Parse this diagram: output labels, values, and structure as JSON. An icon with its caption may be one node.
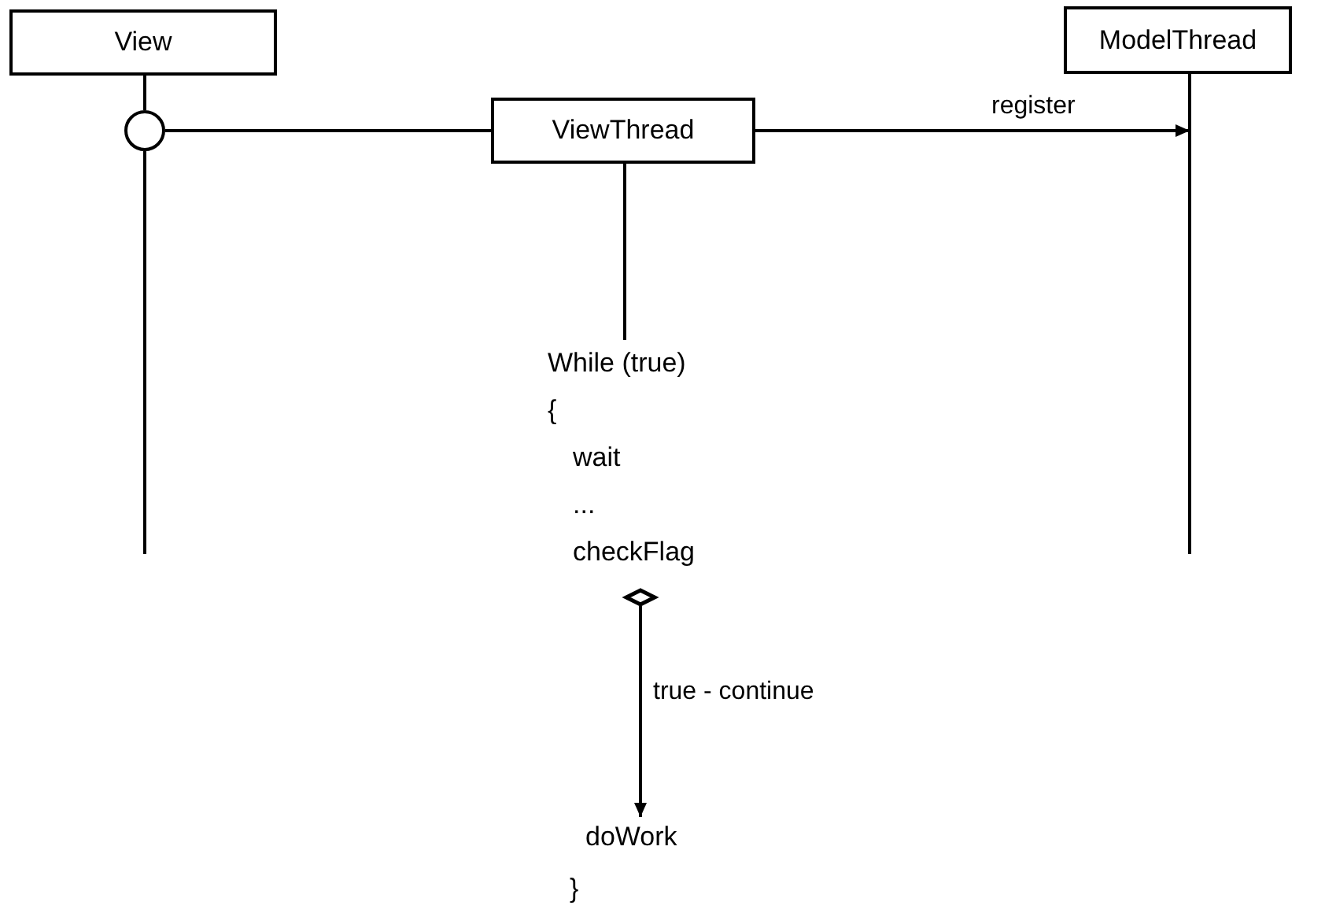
{
  "diagram": {
    "nodes": [
      {
        "text": [
          "View"
        ]
      },
      {
        "text": [
          "ModelThread"
        ]
      },
      {
        "text": [
          "ViewThread"
        ]
      },
      {
        "text": [],
        "shape": "circle"
      },
      {
        "text": [
          "While (true)",
          "{",
          "wait",
          "...",
          "checkFlag"
        ]
      },
      {
        "text": [],
        "shape": "diamond"
      },
      {
        "text": [
          "doWork"
        ]
      }
    ],
    "edges": [
      {
        "from": 0,
        "to": 3,
        "arrow": "none"
      },
      {
        "from": 3,
        "to": 2,
        "arrow": "none"
      },
      {
        "from": 2,
        "to": 1,
        "arrow": "to",
        "label": "register"
      },
      {
        "from": 2,
        "to": 4,
        "arrow": "none"
      },
      {
        "from": 5,
        "to": 6,
        "arrow": "to",
        "label": "true - continue"
      }
    ],
    "labels": [
      "}"
    ]
  }
}
